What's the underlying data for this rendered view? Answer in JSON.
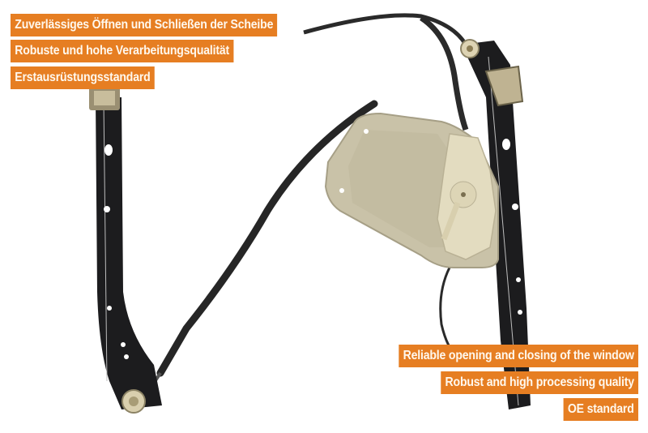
{
  "colors": {
    "label_bg": "#e67e22",
    "label_text": "#fff8ee",
    "rail": "#1c1c1e",
    "cable": "#2a2a2a",
    "plate": "#c9c2a8",
    "carrier": "#e3dcc0"
  },
  "labels_de": [
    {
      "text": "Zuverlässiges Öffnen und Schließen der Scheibe"
    },
    {
      "text": "Robuste und hohe Verarbeitungsqualität"
    },
    {
      "text": "Erstausrüstungsstandard"
    }
  ],
  "labels_en": [
    {
      "text": "Reliable opening and closing of the window"
    },
    {
      "text": "Robust and high processing quality"
    },
    {
      "text": "OE standard"
    }
  ],
  "product": {
    "subject": "window-regulator"
  }
}
